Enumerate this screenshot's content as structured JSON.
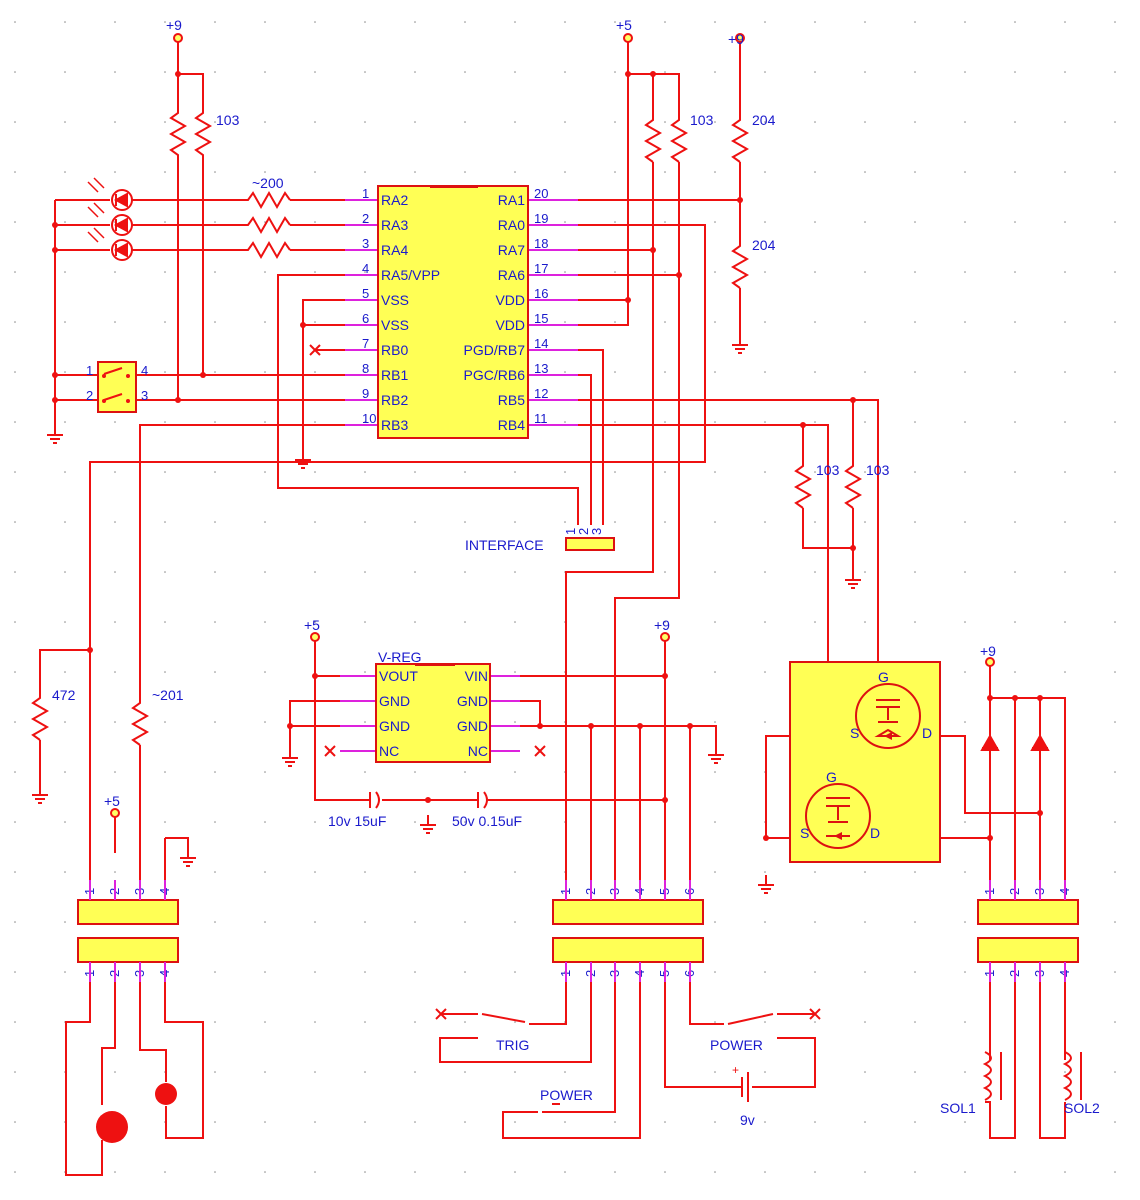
{
  "colors": {
    "wire": "#ee1111",
    "pin_lead": "#dd22dd",
    "body_fill": "#ffff55",
    "label": "#1a1acc"
  },
  "power": {
    "p9": "+9",
    "p5": "+5"
  },
  "mcu": {
    "left_nums": [
      "1",
      "2",
      "3",
      "4",
      "5",
      "6",
      "7",
      "8",
      "9",
      "10"
    ],
    "left_names": [
      "RA2",
      "RA3",
      "RA4",
      "RA5/VPP",
      "VSS",
      "VSS",
      "RB0",
      "RB1",
      "RB2",
      "RB3"
    ],
    "right_nums": [
      "20",
      "19",
      "18",
      "17",
      "16",
      "15",
      "14",
      "13",
      "12",
      "11"
    ],
    "right_names": [
      "RA1",
      "RA0",
      "RA7",
      "RA6",
      "VDD",
      "VDD",
      "PGD/RB7",
      "PGC/RB6",
      "RB5",
      "RB4"
    ]
  },
  "values": {
    "r103": "103",
    "r200": "~200",
    "r204": "204",
    "r472": "472",
    "r201": "~201",
    "c1": "10v 15uF",
    "c2": "50v 0.15uF",
    "batt": "9v"
  },
  "vreg": {
    "title": "V-REG",
    "left": [
      "VOUT",
      "GND",
      "GND",
      "NC"
    ],
    "right": [
      "VIN",
      "GND",
      "GND",
      "NC"
    ]
  },
  "interface": {
    "label": "INTERFACE",
    "pins": [
      "1",
      "2",
      "3"
    ]
  },
  "switch": {
    "pins": [
      "1",
      "4",
      "2",
      "3"
    ]
  },
  "mosfet": {
    "g": "G",
    "s": "S",
    "d": "D"
  },
  "connectors": {
    "c4": [
      "1",
      "2",
      "3",
      "4"
    ],
    "c6": [
      "1",
      "2",
      "3",
      "4",
      "5",
      "6"
    ]
  },
  "switches": {
    "trig": "TRIG",
    "power_sw": "POWER",
    "power_btn": "POWER"
  },
  "solenoids": {
    "s1": "SOL1",
    "s2": "SOL2"
  }
}
